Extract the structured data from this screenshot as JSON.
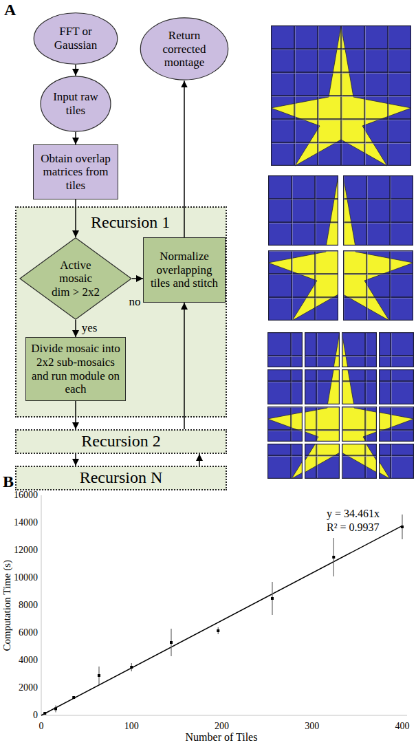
{
  "diagram": {
    "nodes": [
      {
        "text": [
          "FFT or Gaussian"
        ]
      },
      {
        "text": [
          "Input raw tiles"
        ]
      },
      {
        "text": [
          "Return corrected montage"
        ]
      },
      {
        "text": [
          "Obtain overlap matrices from tiles"
        ]
      },
      {
        "text": [
          "Recursion 1"
        ]
      },
      {
        "text": [
          "Active mosaic dim > 2x2"
        ],
        "in": 4
      },
      {
        "text": [
          "Normalize overlapping tiles and stitch"
        ],
        "in": 4
      },
      {
        "text": [
          "Divide mosaic into 2x2 sub-mosaics and run module on each"
        ],
        "in": 4
      },
      {
        "text": [
          "Recursion 2"
        ]
      },
      {
        "text": [
          "Recursion N"
        ]
      }
    ],
    "edges": [
      {
        "from": 0,
        "to": 1,
        "arrow": "to"
      },
      {
        "from": 1,
        "to": 3,
        "arrow": "to"
      },
      {
        "from": 3,
        "to": 5,
        "arrow": "to"
      },
      {
        "from": 5,
        "to": 6,
        "label": "no",
        "arrow": "to"
      },
      {
        "from": 5,
        "to": 7,
        "label": "yes",
        "arrow": "to"
      },
      {
        "from": 7,
        "to": 8,
        "arrow": "to"
      },
      {
        "from": 8,
        "to": 9,
        "arrow": "to"
      },
      {
        "from": 9,
        "to": 8,
        "arrow": "to"
      },
      {
        "from": 8,
        "to": 6,
        "arrow": "to"
      },
      {
        "from": 6,
        "to": 2,
        "arrow": "to"
      }
    ],
    "labels": [
      "A",
      "B",
      "16000",
      "14000",
      "12000",
      "10000",
      "8000",
      "6000",
      "4000",
      "2000",
      "0",
      "Computation Time (s)",
      "0",
      "100",
      "200",
      "300",
      "400",
      "Number of Tiles",
      "y = 34.461x",
      "R² = 0.9937"
    ]
  }
}
